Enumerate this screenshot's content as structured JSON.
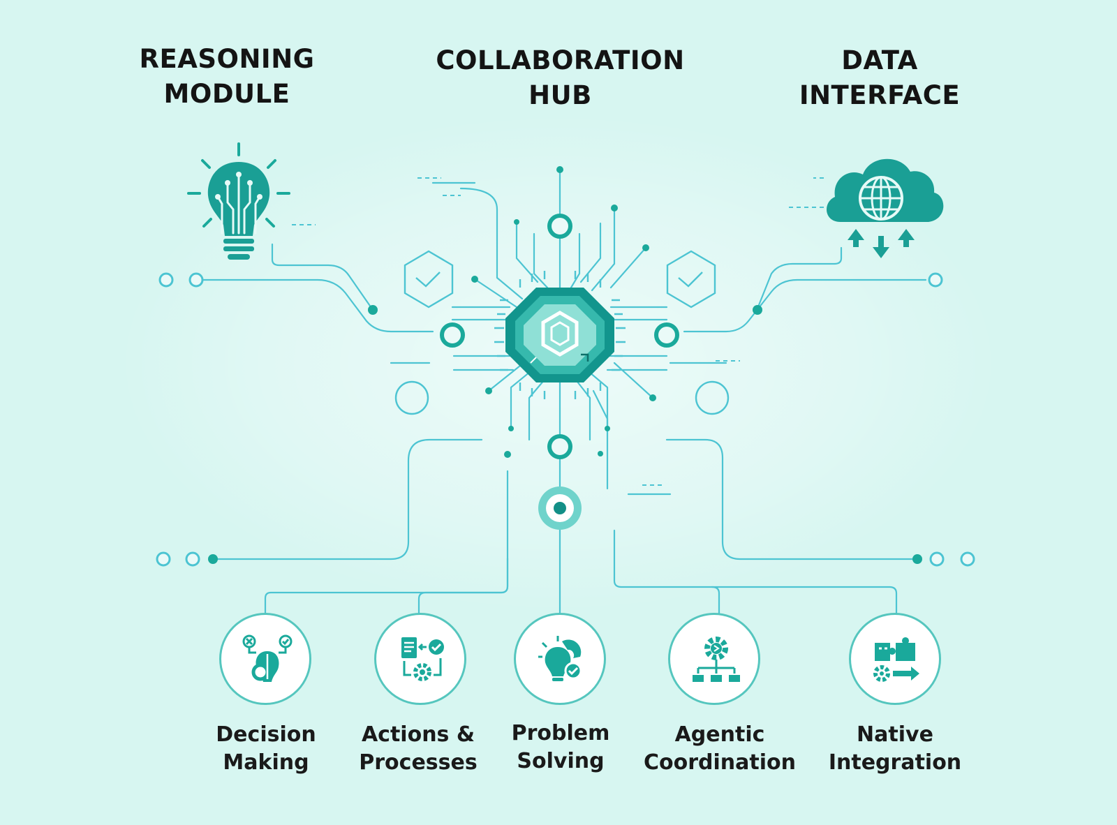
{
  "headings": {
    "reasoning": [
      "REASONING",
      "MODULE"
    ],
    "collaboration": [
      "COLLABORATION",
      "HUB"
    ],
    "data": [
      "DATA",
      "INTERFACE"
    ]
  },
  "capabilities": [
    {
      "lines": [
        "Decision",
        "Making"
      ],
      "icon": "decision-making-icon"
    },
    {
      "lines": [
        "Actions &",
        "Processes"
      ],
      "icon": "actions-processes-icon"
    },
    {
      "lines": [
        "Problem",
        "Solving"
      ],
      "icon": "problem-solving-icon"
    },
    {
      "lines": [
        "Agentic",
        "Coordination"
      ],
      "icon": "agentic-coordination-icon"
    },
    {
      "lines": [
        "Native",
        "Integration"
      ],
      "icon": "native-integration-icon"
    }
  ],
  "top_icons": {
    "reasoning": "lightbulb-circuit-icon",
    "hub": "processor-chip-icon",
    "data": "cloud-globe-icon"
  },
  "colors": {
    "background": "#d7f6f1",
    "accent": "#1aa99b",
    "accent_dark": "#0f8f86",
    "line": "#4cc4d2",
    "text": "#141414"
  }
}
